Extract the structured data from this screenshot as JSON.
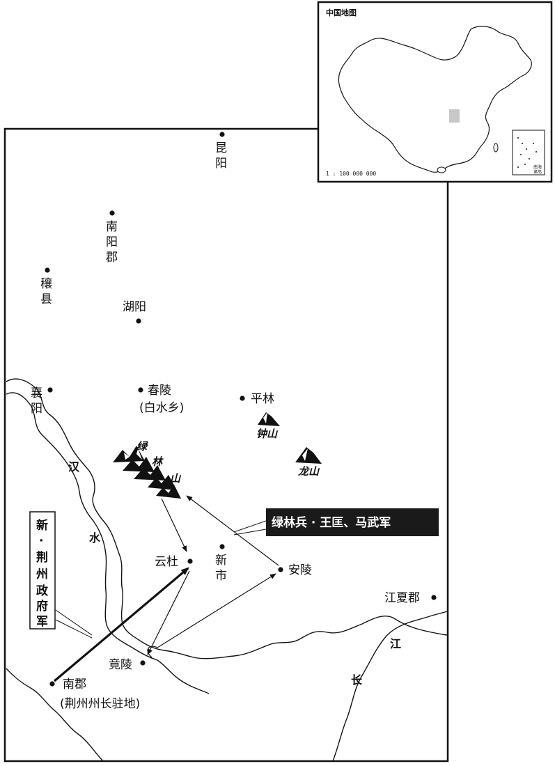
{
  "inset": {
    "title": "中国地图",
    "scale": "1 : 100 000 000",
    "sea_label_line1": "南海",
    "sea_label_line2": "诸岛"
  },
  "places": {
    "kunyang": "昆阳",
    "nanyang_jun": "南阳郡",
    "rangxian": "穰县",
    "huyang": "湖阳",
    "xiangyang": "襄阳",
    "chunling": "春陵",
    "baishui_xiang": "(白水乡)",
    "pinglin": "平林",
    "yundu": "云杜",
    "xinshi": "新市",
    "anling": "安陵",
    "jiangxia_jun": "江夏郡",
    "jingling": "竟陵",
    "nanjun": "南郡",
    "nanjun_note": "(荆州州长驻地)"
  },
  "mountains": {
    "lulin_1": "绿",
    "lulin_2": "林",
    "lulin_3": "山",
    "zhongshan": "钟山",
    "longshan": "龙山"
  },
  "waters": {
    "han_1": "汉",
    "han_2": "水",
    "jiang_1": "江",
    "jiang_2": "长"
  },
  "forces": {
    "lulin_army": "绿林兵 · 王匡、马武军",
    "xin_army_1": "新",
    "xin_army_2": "·",
    "xin_army_3": "荆",
    "xin_army_4": "州",
    "xin_army_5": "政",
    "xin_army_6": "府",
    "xin_army_7": "军"
  },
  "colors": {
    "ink": "#111111",
    "paper": "#ffffff",
    "highlight": "#c8c8c8",
    "callout_bg": "#1a1a1a",
    "callout_text": "#ffffff"
  }
}
